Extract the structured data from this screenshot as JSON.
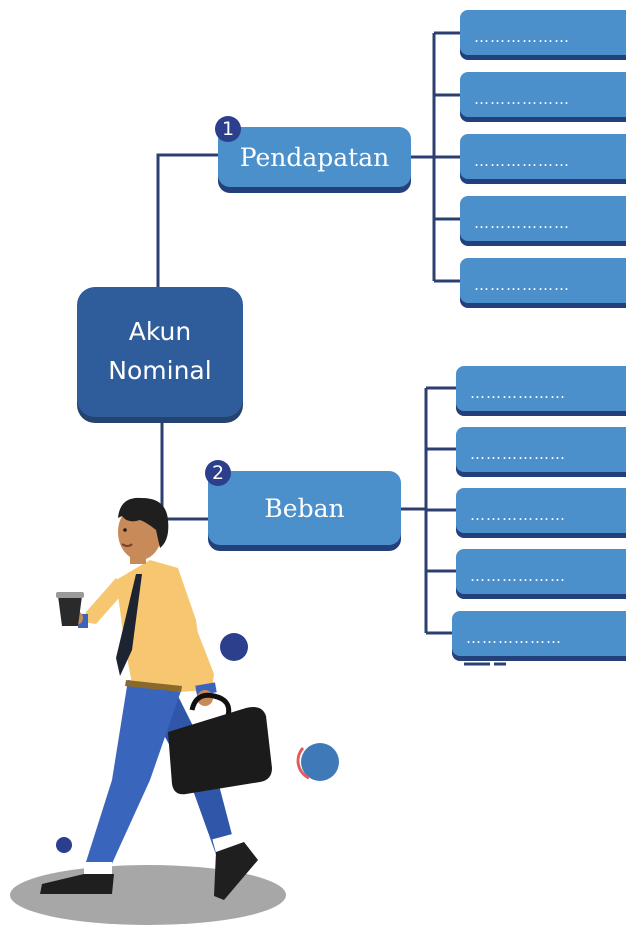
{
  "root": {
    "label_line1": "Akun",
    "label_line2": "Nominal"
  },
  "branches": [
    {
      "number": "1",
      "label": "Pendapatan",
      "items": [
        "………………",
        "………………",
        "………………",
        "………………",
        "………………"
      ]
    },
    {
      "number": "2",
      "label": "Beban",
      "items": [
        "………………",
        "………………",
        "………………",
        "………………",
        "………………"
      ]
    }
  ],
  "colors": {
    "node": "#4b8fcb",
    "root": "#2f5d9b",
    "shadow": "#23407a",
    "line": "#2c3f70"
  },
  "decoration": {
    "illustration": "businessman-walking-with-coffee-and-briefcase"
  }
}
